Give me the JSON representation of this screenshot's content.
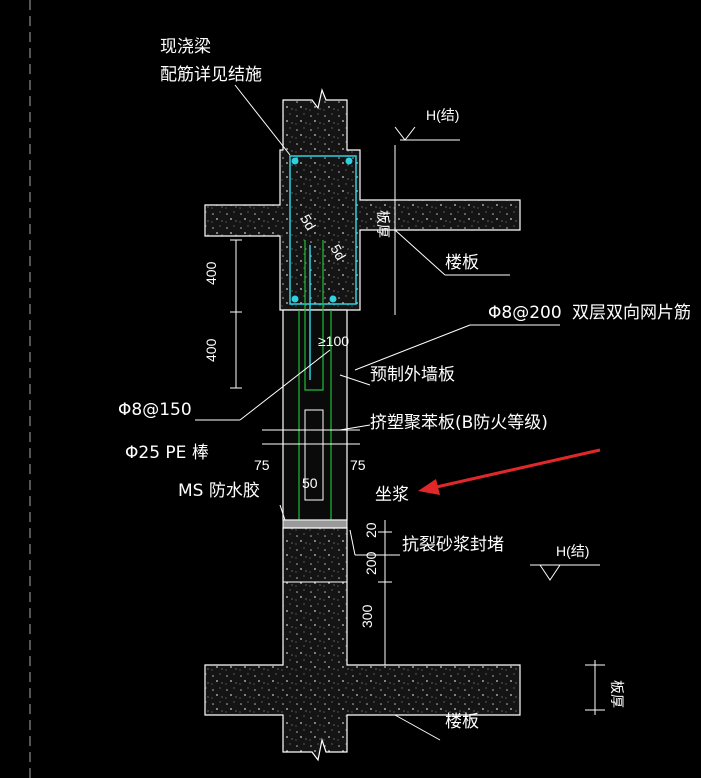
{
  "labels": {
    "cast_beam_1": "现浇梁",
    "cast_beam_2": "配筋详见结施",
    "h_top": "H(结)",
    "slab_top": "楼板",
    "dim_400_upper": "400",
    "dim_400_lower": "400",
    "rebar_200": "Φ8@200",
    "mesh": "双层双向网片筋",
    "dim_ge100": "≥100",
    "prefab_wall": "预制外墙板",
    "rebar_150": "Φ8@150",
    "xps": "挤塑聚苯板(B防火等级)",
    "pe_rod": "Φ25  PE 棒",
    "dim_75_left": "75",
    "dim_75_right": "75",
    "dim_50": "50",
    "ms_glue": "MS 防水胶",
    "grout": "坐浆",
    "dim_20": "20",
    "anti_crack": "抗裂砂浆封堵",
    "h_bottom": "H(结)",
    "dim_200": "200",
    "dim_300": "300",
    "slab_bottom": "楼板",
    "slab_mark_top": "板厚",
    "slab_mark_bottom": "板厚",
    "stirrup_1": "5d",
    "stirrup_2": "5d"
  },
  "colors": {
    "background": "#000000",
    "linework": "#ffffff",
    "rebar": "#1fbf3a",
    "stirrup": "#2fd0e0",
    "arrow": "#e0282a"
  }
}
